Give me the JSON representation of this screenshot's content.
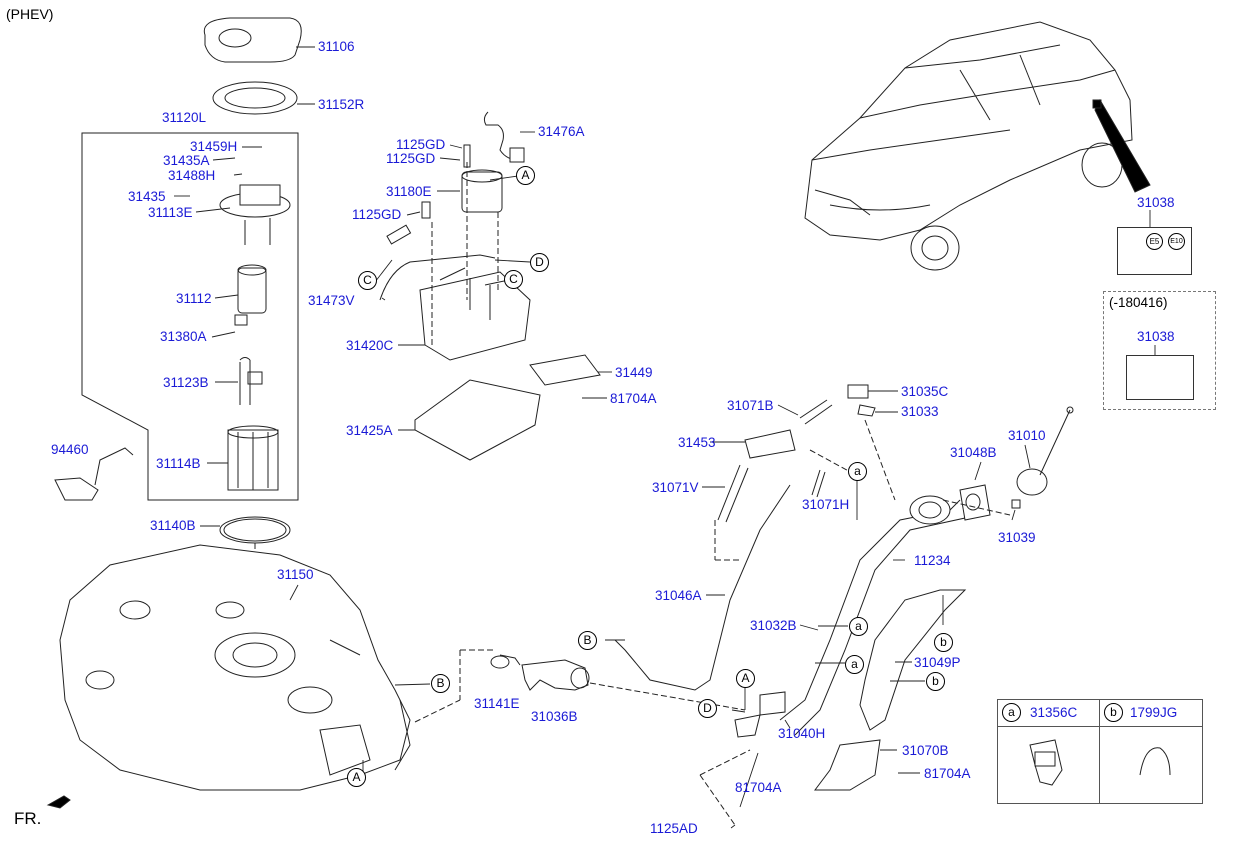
{
  "header": {
    "variant_label": "(PHEV)"
  },
  "front_marker": {
    "label": "FR."
  },
  "revision_note": "(-180416)",
  "parts": {
    "p31106": "31106",
    "p31152R": "31152R",
    "p31120L": "31120L",
    "p31459H": "31459H",
    "p31435A": "31435A",
    "p31488H": "31488H",
    "p31435": "31435",
    "p31113E": "31113E",
    "p31112": "31112",
    "p31380A": "31380A",
    "p31123B": "31123B",
    "p94460": "94460",
    "p31114B": "31114B",
    "p31140B": "31140B",
    "p31150": "31150",
    "p1125GD_a": "1125GD",
    "p1125GD_b": "1125GD",
    "p31476A": "31476A",
    "p31180E": "31180E",
    "p1125GD_c": "1125GD",
    "p31473V": "31473V",
    "p31420C": "31420C",
    "p31449": "31449",
    "p81704A_a": "81704A",
    "p31425A": "31425A",
    "p31141E": "31141E",
    "p31036B": "31036B",
    "p31071B": "31071B",
    "p31035C": "31035C",
    "p31033": "31033",
    "p31453": "31453",
    "p31071V": "31071V",
    "p31071H": "31071H",
    "p31046A": "31046A",
    "p31032B": "31032B",
    "p31040H": "31040H",
    "p81704A_b": "81704A",
    "p1125AD": "1125AD",
    "p31048B": "31048B",
    "p31010": "31010",
    "p31039": "31039",
    "p11234": "11234",
    "p31049P": "31049P",
    "p31070B": "31070B",
    "p81704A_c": "81704A",
    "p31038_a": "31038",
    "p31038_b": "31038"
  },
  "callouts": {
    "A1": "A",
    "A2": "A",
    "A3": "A",
    "B1": "B",
    "B2": "B",
    "C1": "C",
    "C2": "C",
    "D1": "D",
    "D2": "D",
    "a1": "a",
    "a2": "a",
    "a3": "a",
    "a4": "a",
    "b1": "b",
    "b2": "b"
  },
  "legend": {
    "a_key": "a",
    "a_part": "31356C",
    "b_key": "b",
    "b_part": "1799JG"
  },
  "label_box": {
    "codes": [
      "E5",
      "E10"
    ]
  }
}
